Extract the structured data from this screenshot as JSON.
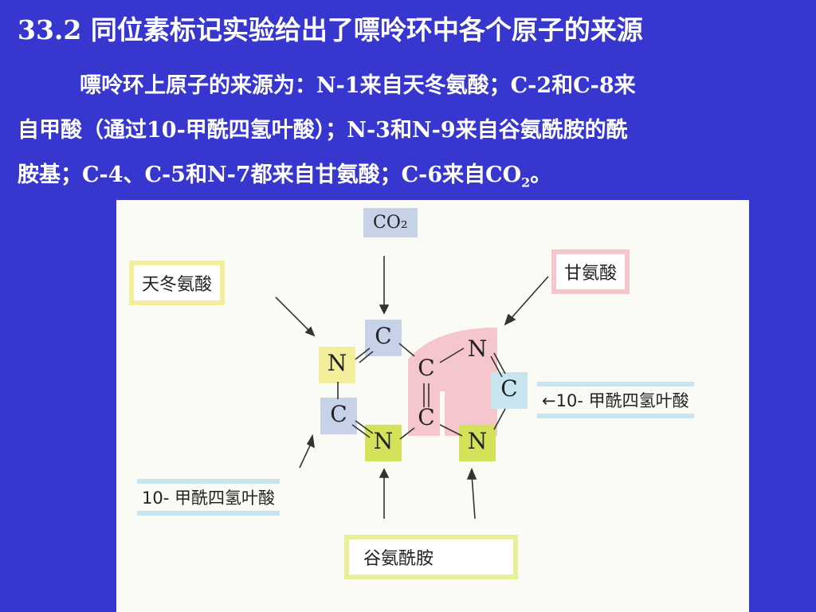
{
  "title": "33.2 同位素标记实验给出了嘌呤环中各个原子的来源",
  "paragraph": {
    "line1": "嘌呤环上原子的来源为：N-1来自天冬氨酸；C-2和C-8来",
    "line2": "自甲酸（通过10-甲酰四氢叶酸）；N-3和N-9来自谷氨酰胺的酰",
    "line3_main": "胺基；C-4、C-5和N-7都来自甘氨酸；C-6来自CO",
    "line3_sub": "2",
    "line3_end": "。"
  },
  "diagram": {
    "sources": {
      "co2": "CO₂",
      "aspartate": "天冬氨酸",
      "glycine": "甘氨酸",
      "formyl_right": "←10- 甲酰四氢叶酸",
      "formyl_left": "10- 甲酰四氢叶酸",
      "glutamine": "谷氨酰胺"
    },
    "atoms": {
      "c6": "C",
      "n1": "N",
      "c2": "C",
      "n3": "N",
      "c4": "C",
      "c5": "C",
      "n7": "N",
      "c8": "C",
      "n9": "N"
    },
    "colors": {
      "background": "#3737d0",
      "yellow_highlight": "#f3ee9b",
      "pink_highlight": "#f5c7cd",
      "blue_highlight": "#c7d2e8",
      "green_highlight": "#d4e25a"
    }
  }
}
